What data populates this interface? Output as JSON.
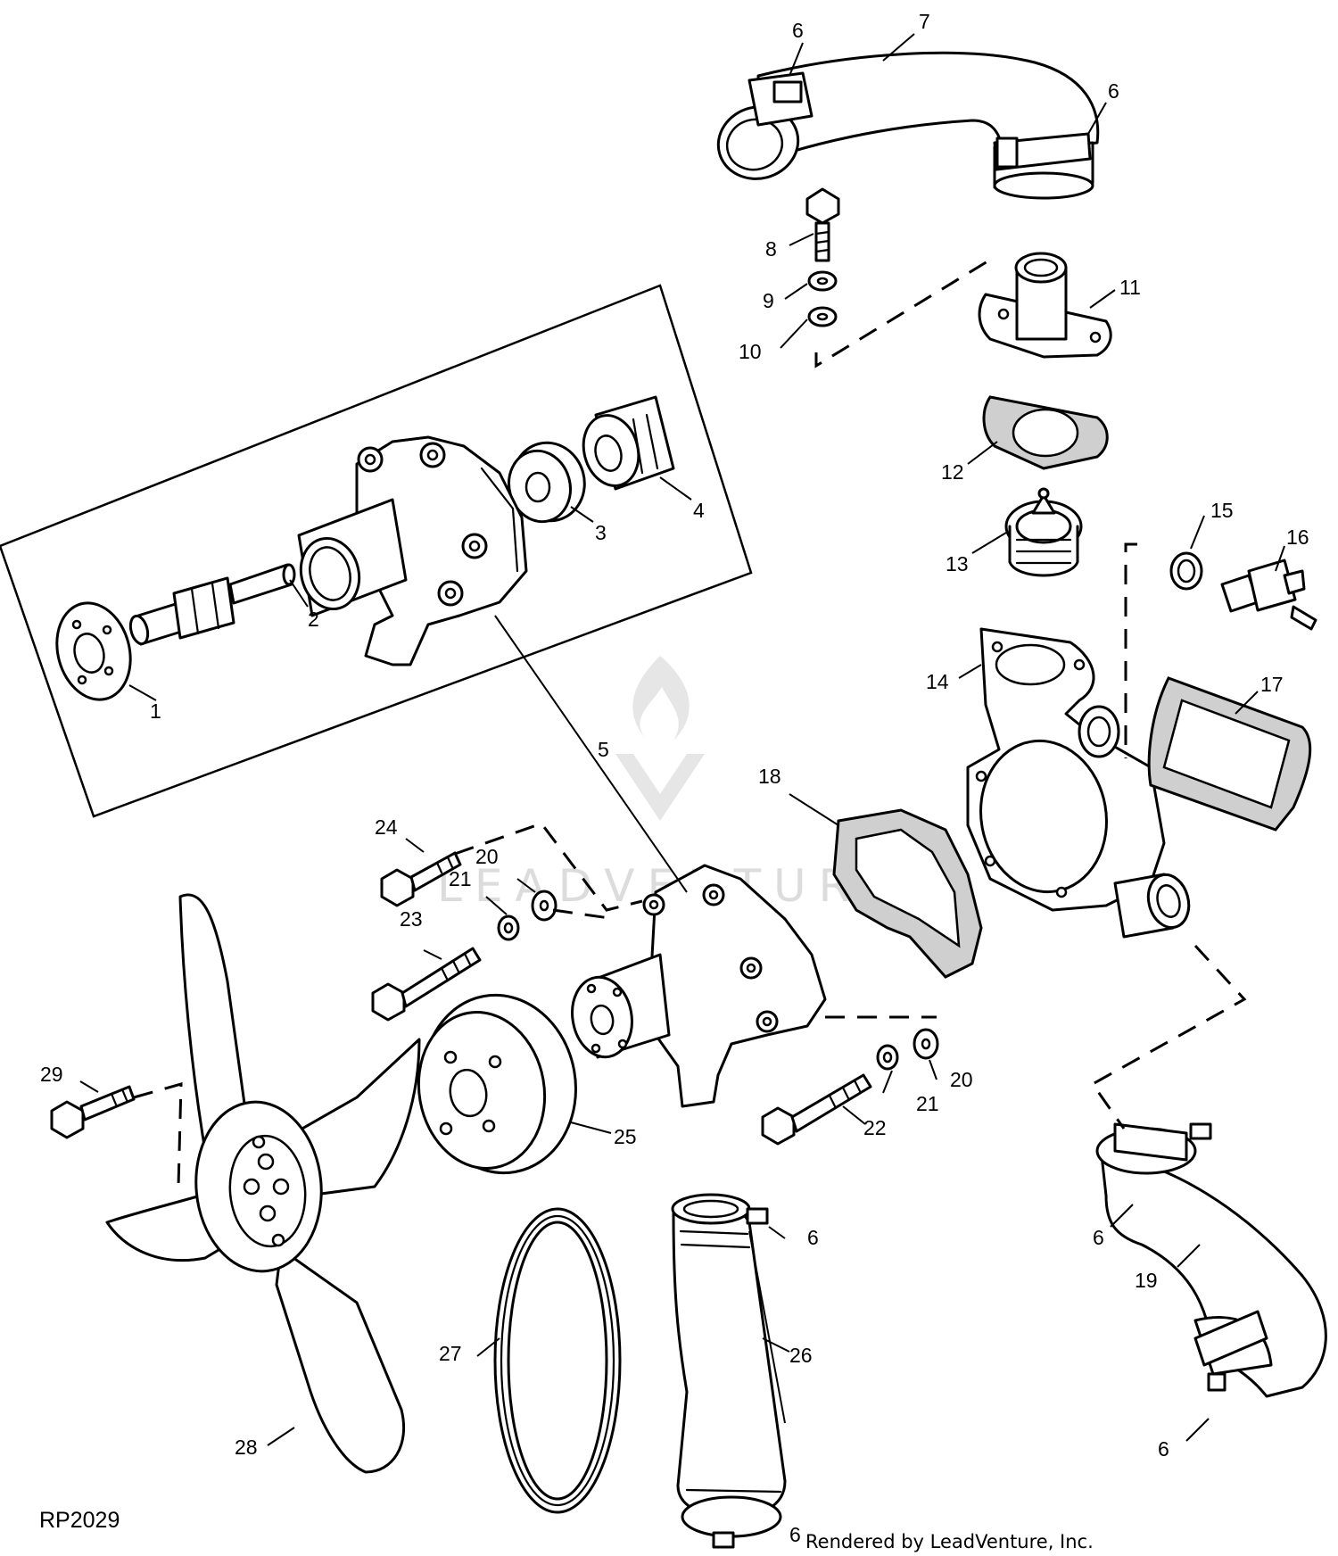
{
  "figure_id": "RP2029",
  "credit": "Rendered by LeadVenture, Inc.",
  "watermark": "LEADVENTURE",
  "callouts": [
    "1",
    "2",
    "3",
    "4",
    "5",
    "6",
    "7",
    "8",
    "9",
    "10",
    "11",
    "12",
    "13",
    "14",
    "15",
    "16",
    "17",
    "18",
    "19",
    "20",
    "21",
    "22",
    "23",
    "24",
    "25",
    "26",
    "27",
    "28",
    "29"
  ]
}
